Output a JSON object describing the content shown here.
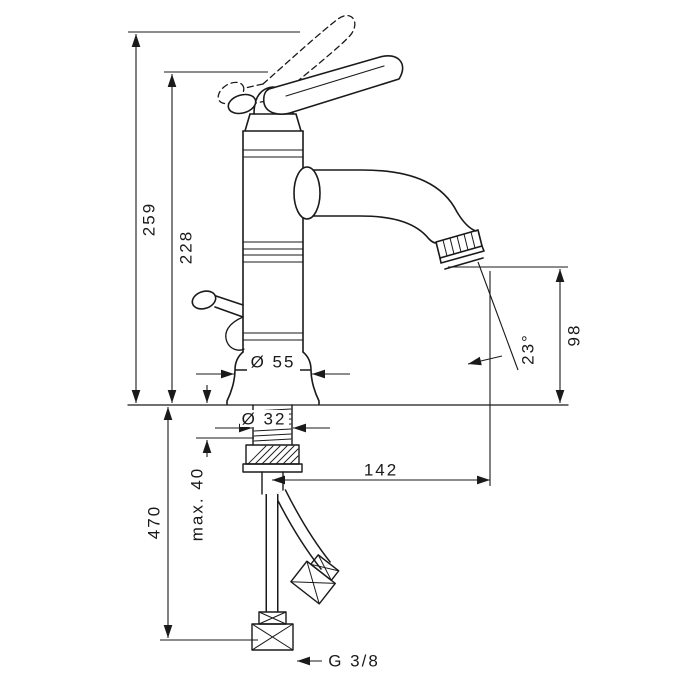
{
  "drawing": {
    "subject": "basin-mixer-faucet-dimension-drawing",
    "background_color": "#ffffff",
    "line_color": "#1a1a1a",
    "dimensions": {
      "overall_height": "259",
      "height_to_handle": "228",
      "spout_clearance_height": "98",
      "spout_angle": "23°",
      "base_diameter": "Ø 55",
      "shank_diameter": "Ø 32",
      "spout_reach": "142",
      "max_mounting_thickness": "max. 40",
      "supply_length": "470",
      "connection_thread": "G 3/8"
    }
  }
}
